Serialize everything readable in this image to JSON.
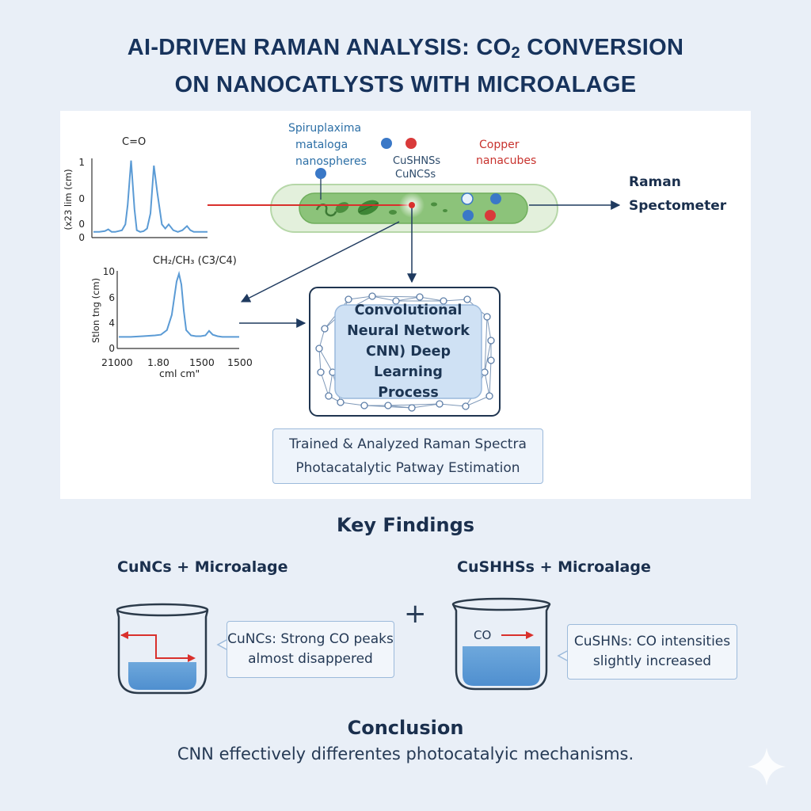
{
  "title": {
    "line1_pre": "AI-DRIVEN RAMAN ANALYSIS: CO",
    "line1_sub": "2",
    "line1_post": " CONVERSION",
    "line2": "ON NANOCATLYSTS WITH MICROALAGE"
  },
  "diagram": {
    "labels": {
      "microalgae_line1": "Spiruplaxima",
      "microalgae_line2": "mataloga",
      "microalgae_line3": "nanospheres",
      "cushns_line1": "CuSHNSs",
      "cushns_line2": "CuNCSs",
      "copper_line1": "Copper",
      "copper_line2": "nanacubes",
      "spectrometer_line1": "Raman",
      "spectrometer_line2": "Spectometer"
    },
    "cnn": {
      "line1": "Convolutional",
      "line2": "Neural Network",
      "line3": "CNN) Deep Learning",
      "line4": "Process"
    },
    "result": {
      "line1": "Trained & Analyzed Raman Spectra",
      "line2": "Photacatalytic Patway Estimation"
    },
    "colors": {
      "spectrum": "#5b9bd5",
      "laser": "#d9302c",
      "arrow": "#1f3a5f",
      "cell": "#8cc37a",
      "particle_blue": "#3a78c7",
      "particle_red": "#d93a3a"
    }
  },
  "chart_data": [
    {
      "type": "line",
      "title": "C=O",
      "ylabel": "(x23 lim (cm)",
      "yticks": [
        "1",
        "0",
        "0",
        "0"
      ],
      "series": [
        {
          "x": [
            0,
            0.05,
            0.1,
            0.13,
            0.16,
            0.19,
            0.22,
            0.25,
            0.28,
            0.3,
            0.33,
            0.36,
            0.38,
            0.41,
            0.44,
            0.47,
            0.5,
            0.53,
            0.56,
            0.6,
            0.63,
            0.66,
            0.7,
            0.74,
            0.78,
            0.82,
            0.85,
            0.88,
            0.92,
            0.96,
            1.0
          ],
          "values": [
            0.03,
            0.03,
            0.04,
            0.06,
            0.03,
            0.03,
            0.04,
            0.05,
            0.12,
            0.35,
            0.88,
            0.3,
            0.05,
            0.03,
            0.04,
            0.07,
            0.25,
            0.82,
            0.5,
            0.12,
            0.07,
            0.12,
            0.05,
            0.03,
            0.05,
            0.1,
            0.05,
            0.03,
            0.03,
            0.03,
            0.03
          ]
        }
      ]
    },
    {
      "type": "line",
      "title": "CH₂/CH₃ (C3/C4)",
      "ylabel": "Stlon tng (cm)",
      "xlabel": "cml cm\"",
      "xticks": [
        "21000",
        "1.80",
        "1500",
        "1500"
      ],
      "yticks": [
        "10",
        "6",
        "4",
        "0"
      ],
      "series": [
        {
          "x": [
            0,
            0.1,
            0.2,
            0.3,
            0.35,
            0.4,
            0.44,
            0.48,
            0.5,
            0.52,
            0.54,
            0.56,
            0.6,
            0.64,
            0.68,
            0.72,
            0.75,
            0.78,
            0.82,
            0.86,
            0.9,
            0.95,
            1.0
          ],
          "values": [
            1.1,
            1.1,
            1.2,
            1.3,
            1.4,
            2.0,
            4.0,
            8.4,
            9.4,
            8.0,
            4.5,
            2.0,
            1.3,
            1.2,
            1.2,
            1.3,
            1.9,
            1.4,
            1.2,
            1.1,
            1.1,
            1.1,
            1.1
          ]
        }
      ]
    }
  ],
  "findings": {
    "heading": "Key Findings",
    "plus": "+",
    "left": {
      "label": "CuNCs + Microalage",
      "callout_line1": "CuNCs: Strong CO peaks",
      "callout_line2": "almost disappered"
    },
    "right": {
      "label": "CuSHHSs + Microalage",
      "beaker_text": "CO",
      "callout_line1": "CuSHNs: CO intensities",
      "callout_line2": "slightly increased"
    }
  },
  "conclusion": {
    "heading": "Conclusion",
    "text": "CNN effectively differentes photocatalyic mechanisms."
  }
}
